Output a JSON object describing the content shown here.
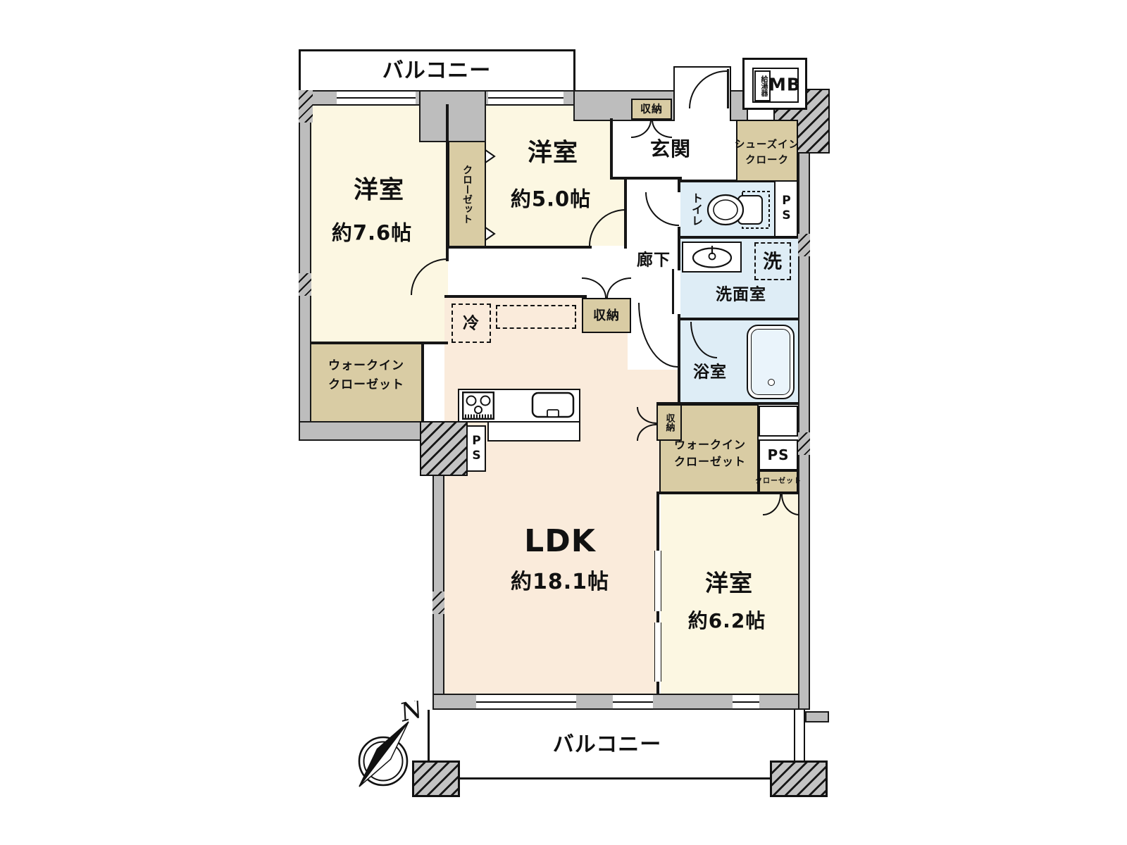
{
  "floor_plan": {
    "balconies": {
      "top": "バルコニー",
      "bottom": "バルコニー"
    },
    "rooms": {
      "bedroom_a": {
        "name": "洋室",
        "size": "約7.6帖"
      },
      "bedroom_b": {
        "name": "洋室",
        "size": "約5.0帖"
      },
      "bedroom_c": {
        "name": "洋室",
        "size": "約6.2帖"
      },
      "ldk": {
        "name": "LDK",
        "size": "約18.1帖"
      },
      "entrance": {
        "label": "玄関"
      },
      "hallway": {
        "label": "廊下"
      },
      "washroom": {
        "label": "洗面室"
      },
      "bathroom": {
        "label": "浴室"
      },
      "toilet": {
        "label": "トイレ"
      }
    },
    "storage": {
      "closet_between_rooms": {
        "label": "クローゼット"
      },
      "entrance_storage": {
        "label": "収納"
      },
      "hall_storage": {
        "label": "収納"
      },
      "bath_side_storage": {
        "label": "収納"
      },
      "shoe_in_cloak": {
        "line1": "シューズイン",
        "line2": "クローク"
      },
      "walk_in_closet_left": {
        "line1": "ウォークイン",
        "line2": "クローゼット"
      },
      "walk_in_closet_right": {
        "line1": "ウォークイン",
        "line2": "クローゼット"
      },
      "closet_small": {
        "label": "クローゼット"
      }
    },
    "utilities": {
      "meter_box": "MB",
      "water_heater": "給湯器",
      "washer": "洗",
      "fridge": "冷",
      "ps_toilet": "PS",
      "ps_kitchen": "PS",
      "ps_right": "PS"
    },
    "compass": {
      "north": "N"
    },
    "colors": {
      "room": "#FCF7E2",
      "ldk": "#FAEBDB",
      "storage": "#D9CCA4",
      "wet": "#DEEDF6",
      "wall": "#BDBDBD"
    }
  }
}
